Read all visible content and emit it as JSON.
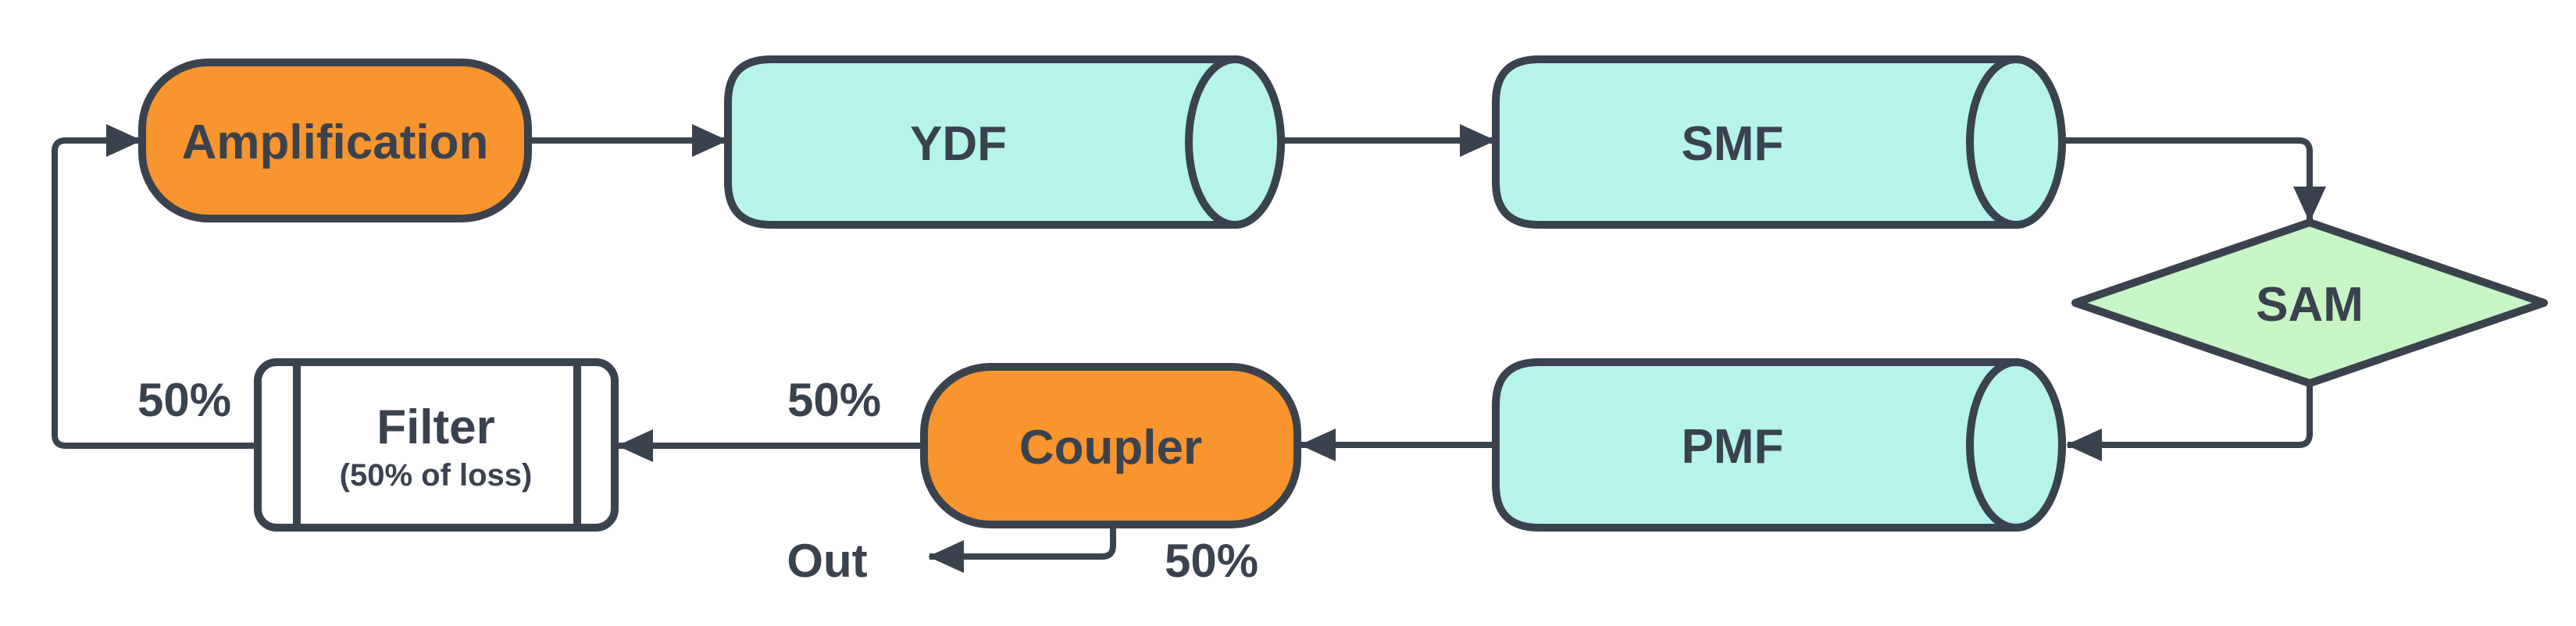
{
  "diagram": {
    "type": "flowchart",
    "background": "#FFFFFF",
    "colors": {
      "outline": "#3A424E",
      "text": "#3A424E",
      "node_orange": "#F8952E",
      "node_cyan": "#B6F4E9",
      "node_green": "#C8F5C5",
      "node_white": "#FFFFFF"
    },
    "nodes": {
      "amplification": {
        "label": "Amplification",
        "shape": "stadium",
        "fill": "#F8952E"
      },
      "ydf": {
        "label": "YDF",
        "shape": "cylinder",
        "fill": "#B6F4E9"
      },
      "smf": {
        "label": "SMF",
        "shape": "cylinder",
        "fill": "#B6F4E9"
      },
      "sam": {
        "label": "SAM",
        "shape": "diamond",
        "fill": "#C8F5C5"
      },
      "pmf": {
        "label": "PMF",
        "shape": "cylinder",
        "fill": "#B6F4E9"
      },
      "coupler": {
        "label": "Coupler",
        "shape": "stadium",
        "fill": "#F8952E"
      },
      "filter": {
        "label": "Filter",
        "sublabel": "(50% of loss)",
        "shape": "predefined-process",
        "fill": "#FFFFFF"
      }
    },
    "edge_labels": {
      "feedback_branch": "50%",
      "coupler_to_filter": "50%",
      "output_branch": "50%",
      "output": "Out"
    },
    "edges": [
      {
        "from": "amplification",
        "to": "ydf"
      },
      {
        "from": "ydf",
        "to": "smf"
      },
      {
        "from": "smf",
        "to": "sam"
      },
      {
        "from": "sam",
        "to": "pmf"
      },
      {
        "from": "pmf",
        "to": "coupler"
      },
      {
        "from": "coupler",
        "to": "filter"
      },
      {
        "from": "filter",
        "to": "amplification"
      },
      {
        "from": "coupler",
        "to": "out"
      }
    ]
  }
}
